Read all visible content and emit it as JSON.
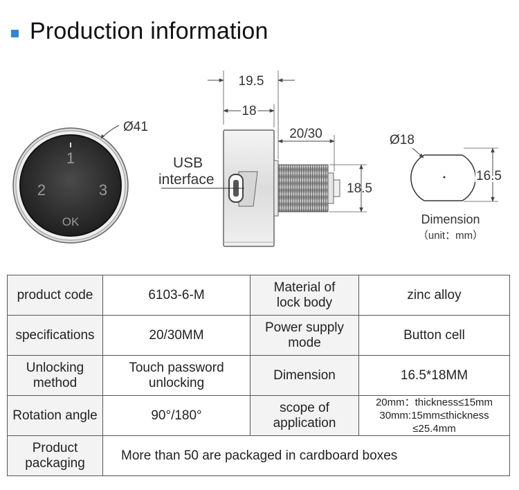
{
  "title": "Production information",
  "drawing": {
    "diameter_front": "Ø41",
    "keypad": {
      "key1": "1",
      "key2": "2",
      "key3": "3",
      "ok": "OK"
    },
    "usb_label_1": "USB",
    "usb_label_2": "interface",
    "dim_total_length": "19.5",
    "dim_body_length": "18",
    "dim_thread_length": "20/30",
    "dim_thread_height": "18.5",
    "diameter_section": "Ø18",
    "dim_section_flat": "16.5",
    "dimension_label": "Dimension",
    "unit_label": "（unit：mm）"
  },
  "table": {
    "rows": [
      {
        "k1": "product code",
        "v1": "6103-6-M",
        "k2": "Material of\nlock body",
        "v2": "zinc alloy"
      },
      {
        "k1": "specifications",
        "v1": "20/30MM",
        "k2": "Power supply\nmode",
        "v2": "Button cell"
      },
      {
        "k1": "Unlocking\nmethod",
        "v1": "Touch password\nunlocking",
        "k2": "Dimension",
        "v2": "16.5*18MM"
      },
      {
        "k1": "Rotation angle",
        "v1": "90°/180°",
        "k2": "scope of\napplication",
        "v2": "20mm：thickness≤15mm\n30mm:15mm≤thickness\n≤25.4mm"
      }
    ],
    "packaging_key": "Product\npackaging",
    "packaging_value": "More than 50 are packaged in cardboard boxes"
  }
}
